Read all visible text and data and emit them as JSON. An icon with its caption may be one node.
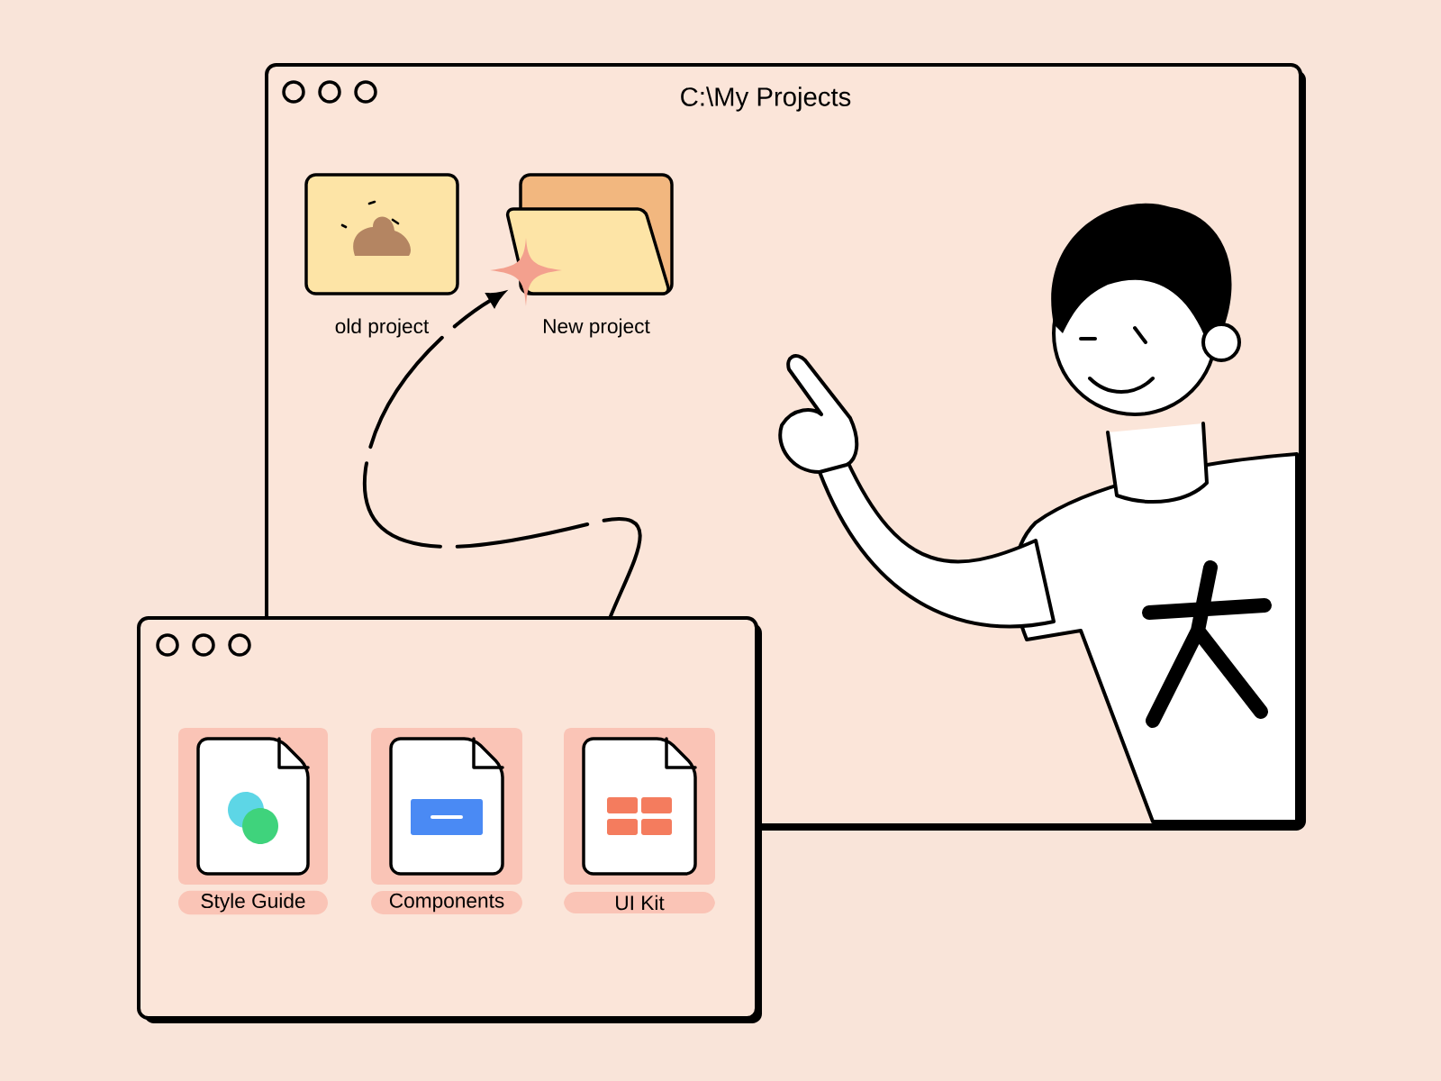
{
  "diagram": {
    "nodes": [
      {
        "text": [
          "C:\\My Projects"
        ]
      },
      {
        "text": [
          "old project"
        ],
        "in": 0
      },
      {
        "text": [
          "New project"
        ],
        "in": 0
      },
      {
        "text": [],
        "shape": "box"
      },
      {
        "text": [
          "Style Guide"
        ],
        "in": 3
      },
      {
        "text": [
          "Components"
        ],
        "in": 3
      },
      {
        "text": [
          "UI Kit"
        ],
        "in": 3
      }
    ],
    "edges": [
      {
        "from": 3,
        "to": 2,
        "arrow": "to",
        "style": "dashed"
      }
    ]
  }
}
